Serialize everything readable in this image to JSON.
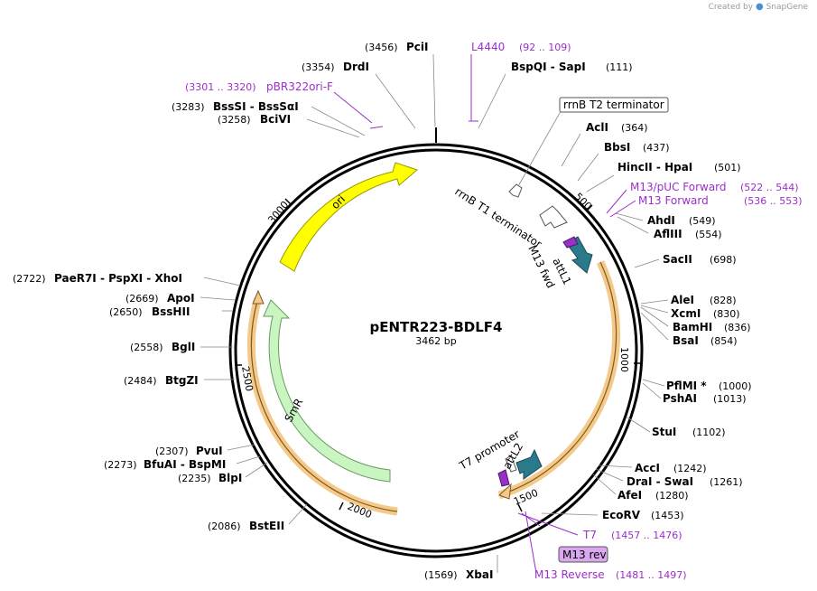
{
  "watermark": {
    "prefix": "Created by",
    "brand": "SnapGene"
  },
  "plasmid": {
    "name": "pENTR223-BDLF4",
    "length_label": "3462 bp",
    "total_bp": 3462
  },
  "ticks": [
    {
      "label": "500",
      "bp": 500
    },
    {
      "label": "1000",
      "bp": 1000
    },
    {
      "label": "1500",
      "bp": 1500
    },
    {
      "label": "2000",
      "bp": 2000
    },
    {
      "label": "2500",
      "bp": 2500
    },
    {
      "label": "3000",
      "bp": 3000
    }
  ],
  "sites": [
    {
      "name": "PciI",
      "pos": "(3456)",
      "bp": 3456,
      "side": "L"
    },
    {
      "name": "DrdI",
      "pos": "(3354)",
      "bp": 3354,
      "side": "L"
    },
    {
      "name": "BssSI - BssSαI",
      "pos": "(3283)",
      "bp": 3283,
      "side": "L"
    },
    {
      "name": "BciVI",
      "pos": "(3258)",
      "bp": 3258,
      "side": "L"
    },
    {
      "name": "BspQI - SapI",
      "pos": "(111)",
      "bp": 111,
      "side": "R"
    },
    {
      "name": "AclI",
      "pos": "(364)",
      "bp": 364,
      "side": "R"
    },
    {
      "name": "BbsI",
      "pos": "(437)",
      "bp": 437,
      "side": "R"
    },
    {
      "name": "HincII - HpaI",
      "pos": "(501)",
      "bp": 501,
      "side": "R"
    },
    {
      "name": "AhdI",
      "pos": "(549)",
      "bp": 549,
      "side": "R"
    },
    {
      "name": "AflIII",
      "pos": "(554)",
      "bp": 554,
      "side": "R"
    },
    {
      "name": "SacII",
      "pos": "(698)",
      "bp": 698,
      "side": "R"
    },
    {
      "name": "AleI",
      "pos": "(828)",
      "bp": 828,
      "side": "R"
    },
    {
      "name": "XcmI",
      "pos": "(830)",
      "bp": 830,
      "side": "R"
    },
    {
      "name": "BamHI",
      "pos": "(836)",
      "bp": 836,
      "side": "R"
    },
    {
      "name": "BsaI",
      "pos": "(854)",
      "bp": 854,
      "side": "R"
    },
    {
      "name": "PflMI *",
      "pos": "(1000)",
      "bp": 1000,
      "side": "R"
    },
    {
      "name": "PshAI",
      "pos": "(1013)",
      "bp": 1013,
      "side": "R"
    },
    {
      "name": "StuI",
      "pos": "(1102)",
      "bp": 1102,
      "side": "R"
    },
    {
      "name": "AccI",
      "pos": "(1242)",
      "bp": 1242,
      "side": "R"
    },
    {
      "name": "DraI - SwaI",
      "pos": "(1261)",
      "bp": 1261,
      "side": "R"
    },
    {
      "name": "AfeI",
      "pos": "(1280)",
      "bp": 1280,
      "side": "R"
    },
    {
      "name": "EcoRV",
      "pos": "(1453)",
      "bp": 1453,
      "side": "R"
    },
    {
      "name": "XbaI",
      "pos": "(1569)",
      "bp": 1569,
      "side": "L"
    },
    {
      "name": "BstEII",
      "pos": "(2086)",
      "bp": 2086,
      "side": "L"
    },
    {
      "name": "BlpI",
      "pos": "(2235)",
      "bp": 2235,
      "side": "L"
    },
    {
      "name": "BfuAI - BspMI",
      "pos": "(2273)",
      "bp": 2273,
      "side": "L"
    },
    {
      "name": "PvuI",
      "pos": "(2307)",
      "bp": 2307,
      "side": "L"
    },
    {
      "name": "BtgZI",
      "pos": "(2484)",
      "bp": 2484,
      "side": "L"
    },
    {
      "name": "BglI",
      "pos": "(2558)",
      "bp": 2558,
      "side": "L"
    },
    {
      "name": "BssHII",
      "pos": "(2650)",
      "bp": 2650,
      "side": "L"
    },
    {
      "name": "ApoI",
      "pos": "(2669)",
      "bp": 2669,
      "side": "L"
    },
    {
      "name": "PaeR7I - PspXI - XhoI",
      "pos": "(2722)",
      "bp": 2722,
      "side": "L"
    }
  ],
  "primers": [
    {
      "name": "L4440",
      "range": "(92 .. 109)",
      "bp": 100,
      "side": "R"
    },
    {
      "name": "pBR322ori-F",
      "range": "(3301 .. 3320)",
      "bp": 3310,
      "side": "L"
    },
    {
      "name": "M13/pUC Forward",
      "range": "(522 .. 544)",
      "bp": 533,
      "side": "R"
    },
    {
      "name": "M13 Forward",
      "range": "(536 .. 553)",
      "bp": 544,
      "side": "R"
    },
    {
      "name": "T7",
      "range": "(1457 .. 1476)",
      "bp": 1466,
      "side": "R"
    },
    {
      "name": "M13 Reverse",
      "range": "(1481 .. 1497)",
      "bp": 1489,
      "side": "R"
    }
  ],
  "features": [
    {
      "name": "ori",
      "bp_start": 2890,
      "bp_end": 3460,
      "color": "#ffff00",
      "stroke": "#999900"
    },
    {
      "name": "SmR",
      "bp_start": 1800,
      "bp_end": 2620,
      "color": "#c8f5c0",
      "stroke": "#6a9a60"
    },
    {
      "name": "attL1",
      "color": "#2a7a8c"
    },
    {
      "name": "attL2",
      "color": "#2a7a8c"
    },
    {
      "name": "rrnB T1 terminator",
      "color": "#ffffff"
    },
    {
      "name": "rrnB T2 terminator",
      "color": "#ffffff"
    },
    {
      "name": "M13 fwd",
      "color": "#9b2fc9"
    },
    {
      "name": "T7 promoter",
      "color": "#ffffff"
    },
    {
      "name": "M13 rev",
      "color": "#d9a8ee"
    }
  ],
  "colors": {
    "insert_highlight": "#f5c98a",
    "primer": "#9b2fc9",
    "backbone": "#000000"
  }
}
